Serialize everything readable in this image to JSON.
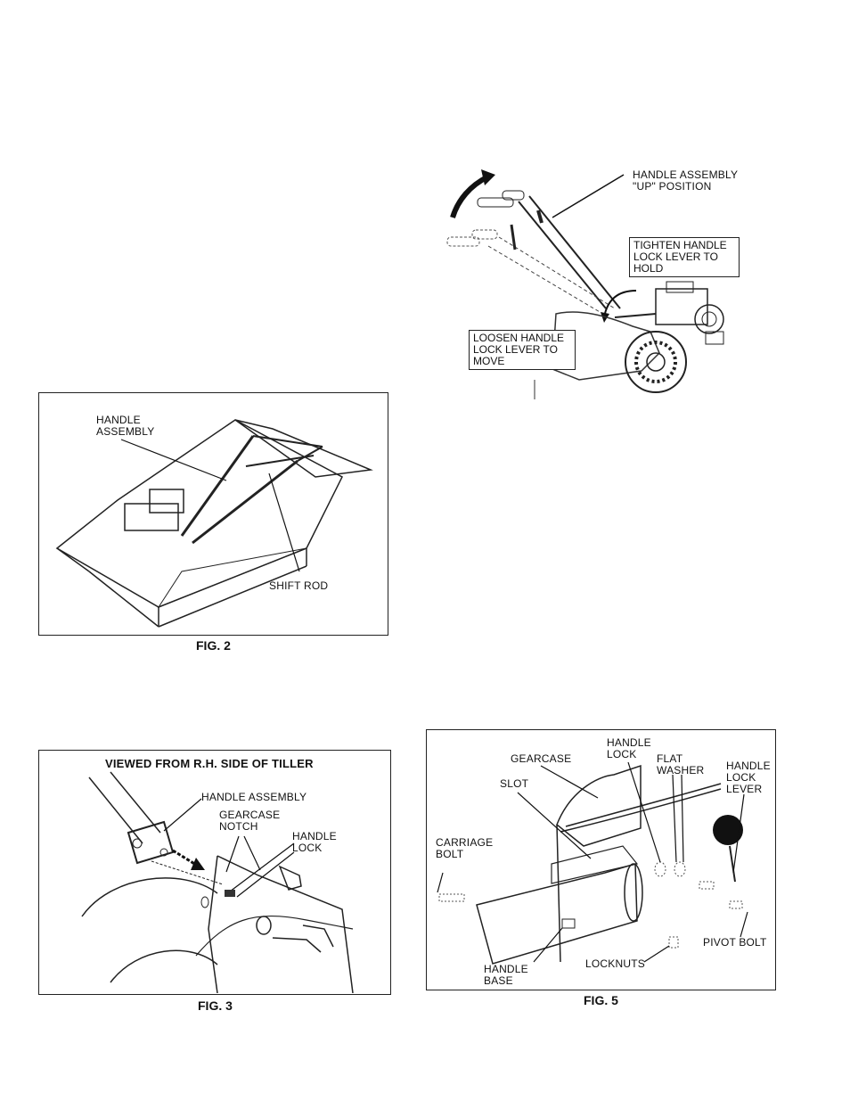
{
  "fig_top": {
    "label_up": [
      "HANDLE ASSEMBLY",
      "\"UP\" POSITION"
    ],
    "label_tighten": [
      "TIGHTEN HANDLE",
      "LOCK LEVER TO",
      "HOLD"
    ],
    "label_loosen": [
      "LOOSEN HANDLE",
      "LOCK LEVER TO",
      "MOVE"
    ]
  },
  "fig2": {
    "caption": "FIG. 2",
    "label_handle": [
      "HANDLE",
      "ASSEMBLY"
    ],
    "label_shift": "SHIFT ROD"
  },
  "fig3": {
    "caption": "FIG. 3",
    "title": "VIEWED FROM R.H. SIDE OF TILLER",
    "label_handle_assembly": "HANDLE ASSEMBLY",
    "label_notch": [
      "GEARCASE",
      "NOTCH"
    ],
    "label_lock": [
      "HANDLE",
      "LOCK"
    ]
  },
  "fig5": {
    "caption": "FIG. 5",
    "label_gearcase": "GEARCASE",
    "label_handle_lock": [
      "HANDLE",
      "LOCK"
    ],
    "label_flat_washer": [
      "FLAT",
      "WASHER"
    ],
    "label_lock_lever": [
      "HANDLE",
      "LOCK",
      "LEVER"
    ],
    "label_slot": "SLOT",
    "label_carriage": [
      "CARRIAGE",
      "BOLT"
    ],
    "label_pivot": "PIVOT BOLT",
    "label_handle_base": [
      "HANDLE",
      "BASE"
    ],
    "label_locknuts": "LOCKNUTS"
  }
}
